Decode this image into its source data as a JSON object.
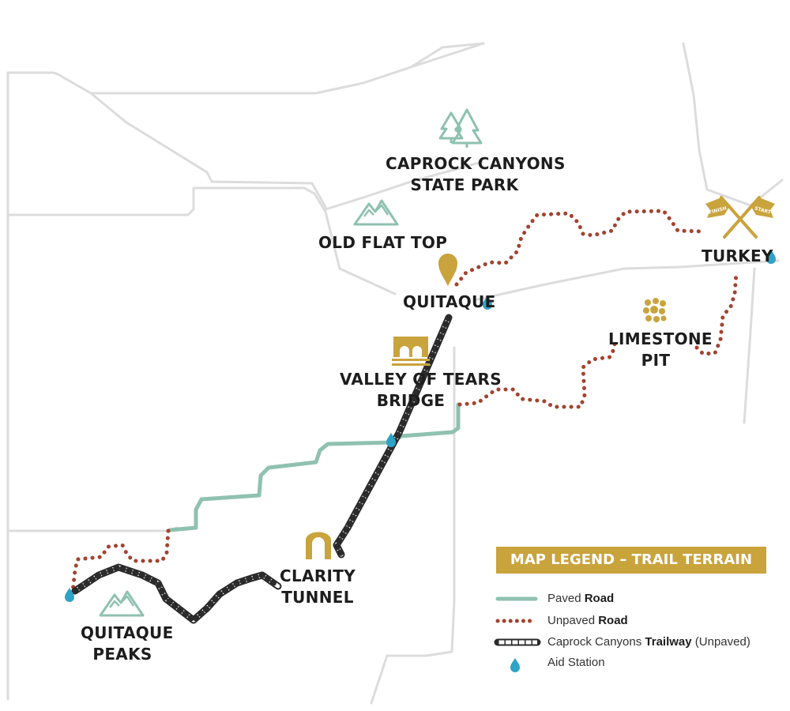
{
  "colors": {
    "paved": "#8fc1b0",
    "unpaved": "#a2432f",
    "trailway": "#2b2b2b",
    "aid": "#2ea3c8",
    "gold": "#c9a33c",
    "teal_icon": "#8fc1b0",
    "road_grey": "#dcdcdc"
  },
  "places": {
    "caprock_l1": "CAPROCK CANYONS",
    "caprock_l2": "STATE PARK",
    "old_flat_top": "OLD FLAT TOP",
    "quitaque": "QUITAQUE",
    "turkey": "TURKEY",
    "limestone_l1": "LIMESTONE",
    "limestone_l2": "PIT",
    "valley_l1": "VALLEY OF TEARS",
    "valley_l2": "BRIDGE",
    "clarity_l1": "CLARITY",
    "clarity_l2": "TUNNEL",
    "peaks_l1": "QUITAQUE",
    "peaks_l2": "PEAKS"
  },
  "flags": {
    "finish": "FINISH",
    "start": "START"
  },
  "legend": {
    "title": "MAP LEGEND – TRAIL TERRAIN",
    "paved_pre": "Paved ",
    "paved_bold": "Road",
    "unpaved_pre": "Unpaved ",
    "unpaved_bold": "Road",
    "trail_pre": "Caprock Canyons ",
    "trail_bold": "Trailway",
    "trail_post": " (Unpaved)",
    "aid": "Aid Station"
  },
  "icons": {
    "trees": "pine-trees-icon",
    "mountain": "mountain-icon",
    "pin": "location-pin-icon",
    "bridge": "bridge-icon",
    "tunnel": "tunnel-icon",
    "rocks": "limestone-rocks-icon",
    "flags": "start-finish-flags-icon",
    "drop": "water-drop-icon"
  }
}
